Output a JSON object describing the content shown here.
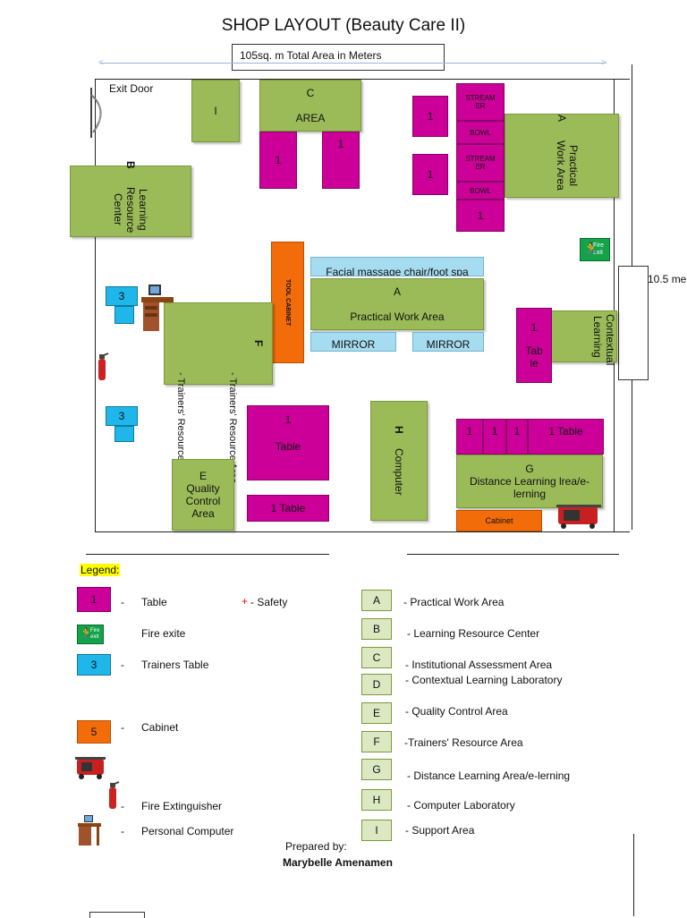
{
  "title": "SHOP LAYOUT (Beauty Care II)",
  "area_label": "105sq. m Total Area in Meters",
  "width_label": "10.5 me",
  "exit_door": "Exit Door",
  "areas": {
    "I": "I",
    "C_letter": "C",
    "C_word": "AREA",
    "B_letter": "B",
    "B_text": "Learning Resource Center",
    "A_right_letter": "A",
    "A_right_text": "Practical Work Area",
    "A_center_letter": "A",
    "A_center_text": "Practical Work Area",
    "facial": "Facial massage chair/foot spa",
    "mirror1": "MIRROR",
    "mirror2": "MIRROR",
    "tool_cabinet": "TOOL CABINET",
    "F": "F",
    "trainers1": "- Trainers' Resource Area",
    "trainers2": "- Trainers' Resource Area",
    "contextual": "Contextual Learning",
    "E_letter": "E",
    "E_text": "Quality Control Area",
    "H_letter": "H",
    "H_text": "Computer",
    "G_letter": "G",
    "G_text": "Distance Learning lrea/e-lerning",
    "cabinet": "Cabinet"
  },
  "tables": {
    "t_one": "1",
    "steamer": "STREAMER",
    "bowl": "BOWL",
    "table_right": "Table",
    "table_mid": "Table",
    "one_table": "1 Table",
    "blue3": "3"
  },
  "legend": {
    "title": "Legend:",
    "left": [
      {
        "swatch": "1",
        "text": "Table"
      },
      {
        "swatch": "",
        "text": "Fire exite"
      },
      {
        "swatch": "3",
        "text": "Trainers Table"
      },
      {
        "swatch": "5",
        "text": "Cabinet"
      },
      {
        "swatch": "",
        "text": "Fire Extinguisher"
      },
      {
        "swatch": "",
        "text": "Personal Computer"
      }
    ],
    "dash": "-",
    "safety_plus": "+",
    "safety_text": "- Safety",
    "right": [
      {
        "letter": "A",
        "text": "- Practical Work Area"
      },
      {
        "letter": "B",
        "text": "- Learning Resource Center"
      },
      {
        "letter": "C",
        "text": "- Institutional Assessment Area"
      },
      {
        "letter": "D",
        "text": "- Contextual Learning Laboratory"
      },
      {
        "letter": "E",
        "text": "- Quality Control Area"
      },
      {
        "letter": "F",
        "text": "-Trainers' Resource Area"
      },
      {
        "letter": "G",
        "text": "- Distance Learning Area/e-lerning"
      },
      {
        "letter": "H",
        "text": "- Computer Laboratory"
      },
      {
        "letter": "I",
        "text": "- Support Area"
      }
    ]
  },
  "fire_exit_sign": "Fire exit",
  "prepared_by_label": "Prepared by:",
  "prepared_by_name": "Marybelle Amenamen",
  "colors": {
    "green": "#9bbb59",
    "magenta": "#cc0099",
    "orange": "#f36c0a",
    "blue": "#1fb7ea",
    "light_blue": "#a6dcef",
    "highlight": "#ffff00"
  }
}
